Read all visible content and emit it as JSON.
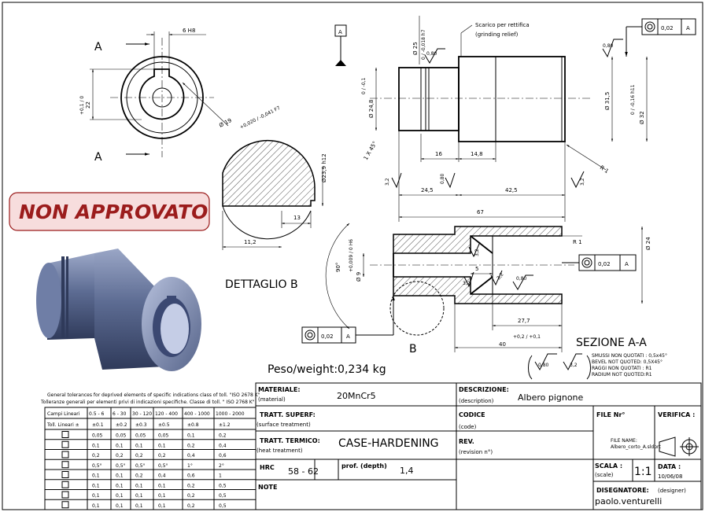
{
  "dimensions": {
    "keyway_width": "6 H8",
    "height_22": "22",
    "height_22_tol": "+0,1 / 0",
    "bore_dia": "Ø 19",
    "bore_tol": "+0,020 / -0,041 F7",
    "section_marker": "A",
    "shaft_dia_25": "Ø 25",
    "shaft_dia_25_tol": "0 / -0,018 h7",
    "shaft_dia_248": "Ø 24,8",
    "shaft_dia_248_tol": "0 / -0,1",
    "shaft_dia_315": "Ø 31,5",
    "shaft_dia_32": "Ø 32",
    "shaft_dia_32_tol": "0 / -0,16 h11",
    "chamfer": "1 X 45°",
    "len_16": "16",
    "len_148": "14,8",
    "len_245": "24,5",
    "len_425": "42,5",
    "len_67": "67",
    "radius_1": "R 1",
    "detail_dia": "Ø23,9 h12",
    "detail_13": "13",
    "detail_112": "11,2",
    "sec_dia_9": "Ø 9",
    "sec_dia_9_tol": "+0,009 / 0 H6",
    "sec_angle": "90°",
    "sec_5": "5",
    "sec_dia_24": "Ø 24",
    "sec_277": "27,7",
    "sec_40": "40",
    "sec_40_tol": "+0,2 / +0,1",
    "datum_label": "B",
    "sec_R1": "R 1"
  },
  "roughness": {
    "r080": "0,80",
    "r32": "3,2"
  },
  "tolerance_frame": {
    "symbol": "concentricity",
    "value": "0,02",
    "datum": "A"
  },
  "grinding_relief": {
    "line1": "Scarico per rettifica",
    "line2": "(grinding relief)"
  },
  "detail_label": "DETTAGLIO B",
  "section_label": "SEZIONE A-A",
  "stamp": "NON APPROVATO",
  "weight": "Peso/weight:0,234 kg",
  "notes_right": [
    "SMUSSI NON QUOTATI : 0,5x45°",
    "BEVEL NOT QUOTED: 0,5X45°",
    "RAGGI NON QUOTATI : R1",
    "RADIUM NOT QUOTED:R1"
  ],
  "general_tol": {
    "line1": "General tolerances for deprived elements of specific indications class of toll. \"ISO 2678 K\"",
    "line2": "Tolleranze generali per elementi privi di indicazioni specifiche. Classe di toll. \" ISO 2768 K\"",
    "header_label": "Campi Lineari",
    "header_ranges": [
      "0.5 - 6",
      "6 - 30",
      "30 - 120",
      "120 - 400",
      "400 - 1000",
      "1000 - 2000"
    ],
    "row_label": "Toll. Lineari ±",
    "row_values": [
      "±0.1",
      "±0.2",
      "±0.3",
      "±0.5",
      "±0.8",
      "±1.2"
    ],
    "geo_rows": [
      [
        "0,05",
        "0,05",
        "0,05",
        "0,05",
        "0,1",
        "0,2"
      ],
      [
        "0,1",
        "0,1",
        "0,1",
        "0,1",
        "0,2",
        "0,4"
      ],
      [
        "0,2",
        "0,2",
        "0,2",
        "0,2",
        "0,4",
        "0,6"
      ],
      [
        "0,5°",
        "0,5°",
        "0,5°",
        "0,5°",
        "1°",
        "2°"
      ],
      [
        "0,1",
        "0,1",
        "0,2",
        "0,4",
        "0,6",
        "1"
      ],
      [
        "0,1",
        "0,1",
        "0,1",
        "0,1",
        "0,2",
        "0,5"
      ],
      [
        "0,1",
        "0,1",
        "0,1",
        "0,1",
        "0,2",
        "0,5"
      ],
      [
        "0,1",
        "0,1",
        "0,1",
        "0,1",
        "0,2",
        "0,5"
      ]
    ]
  },
  "title_block": {
    "material_label": "MATERIALE:",
    "material_sub": "(material)",
    "material_value": "20MnCr5",
    "descr_label": "DESCRIZIONE:",
    "descr_sub": "(description)",
    "descr_value": "Albero pignone",
    "surface_label": "TRATT. SUPERF:",
    "surface_sub": "(surface treatment)",
    "code_label": "CODICE",
    "code_sub": "(code)",
    "file_label": "FILE Nr°",
    "verify_label": "VERIFICA :",
    "heat_label": "TRATT. TERMICO:",
    "heat_sub": "(heat treatment)",
    "heat_value": "CASE-HARDENING",
    "rev_label": "REV.",
    "rev_sub": "(revision n°)",
    "filename_label": "FILE NAME:",
    "filename_value": "Albero_corto_A.sldprt",
    "hrc_label": "HRC",
    "hrc_value": "58 - 62",
    "depth_label": "prof. (depth)",
    "depth_value": "1,4",
    "scale_label": "SCALA :",
    "scale_sub": "(scale)",
    "scale_value": "1:1",
    "date_label": "DATA :",
    "date_value": "10/06/08",
    "note_label": "NOTE",
    "designer_label": "DISEGNATORE:",
    "designer_sub": "(designer)",
    "designer_value": "paolo.venturelli"
  }
}
